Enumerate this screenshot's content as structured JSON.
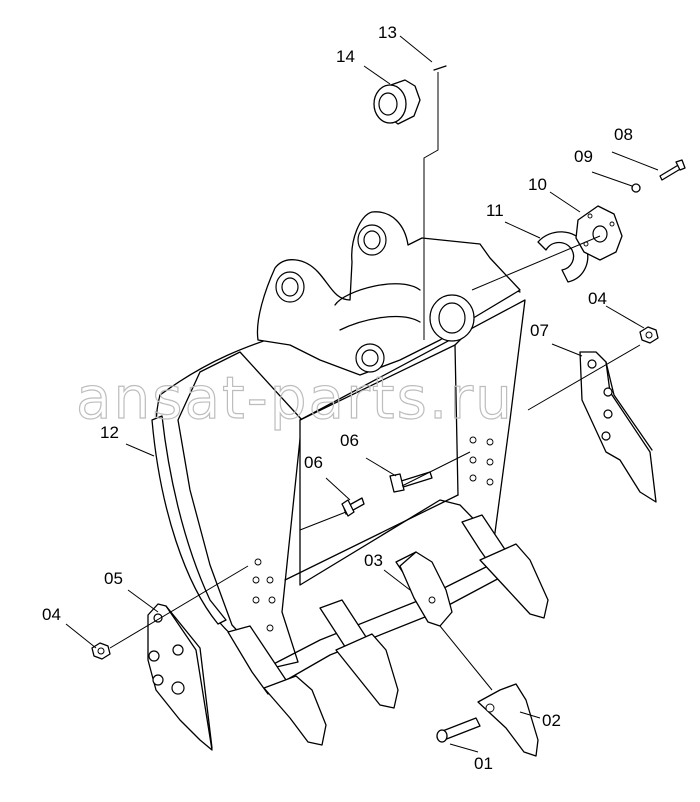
{
  "diagram": {
    "watermark": "ansat-parts.ru",
    "callouts": [
      {
        "id": "c01",
        "label": "01"
      },
      {
        "id": "c02",
        "label": "02"
      },
      {
        "id": "c03",
        "label": "03"
      },
      {
        "id": "c04a",
        "label": "04"
      },
      {
        "id": "c04b",
        "label": "04"
      },
      {
        "id": "c05",
        "label": "05"
      },
      {
        "id": "c06a",
        "label": "06"
      },
      {
        "id": "c06b",
        "label": "06"
      },
      {
        "id": "c07",
        "label": "07"
      },
      {
        "id": "c08",
        "label": "08"
      },
      {
        "id": "c09",
        "label": "09"
      },
      {
        "id": "c10",
        "label": "10"
      },
      {
        "id": "c11",
        "label": "11"
      },
      {
        "id": "c12",
        "label": "12"
      },
      {
        "id": "c13",
        "label": "13"
      },
      {
        "id": "c14",
        "label": "14"
      }
    ]
  }
}
